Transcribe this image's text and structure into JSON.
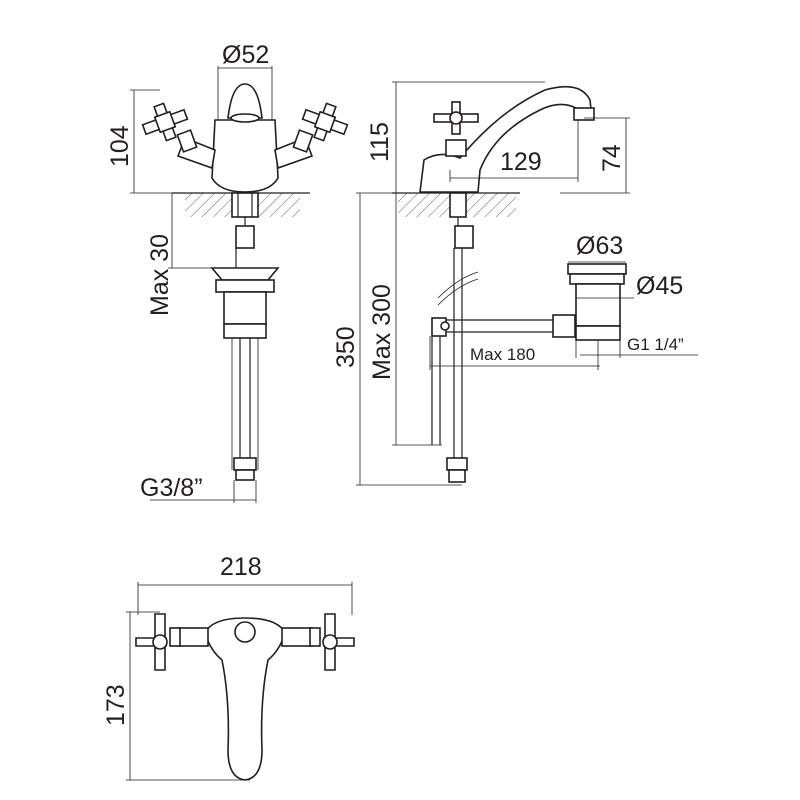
{
  "dimensions": {
    "front_d52": "Ø52",
    "front_h104": "104",
    "front_max30": "Max 30",
    "front_g38": "G3/8”",
    "side_h115": "115",
    "side_129": "129",
    "side_74": "74",
    "side_d63": "Ø63",
    "side_d45": "Ø45",
    "side_max300": "Max 300",
    "side_350": "350",
    "side_max180": "Max 180",
    "side_g114": "G1 1/4”",
    "top_218": "218",
    "top_173": "173"
  }
}
